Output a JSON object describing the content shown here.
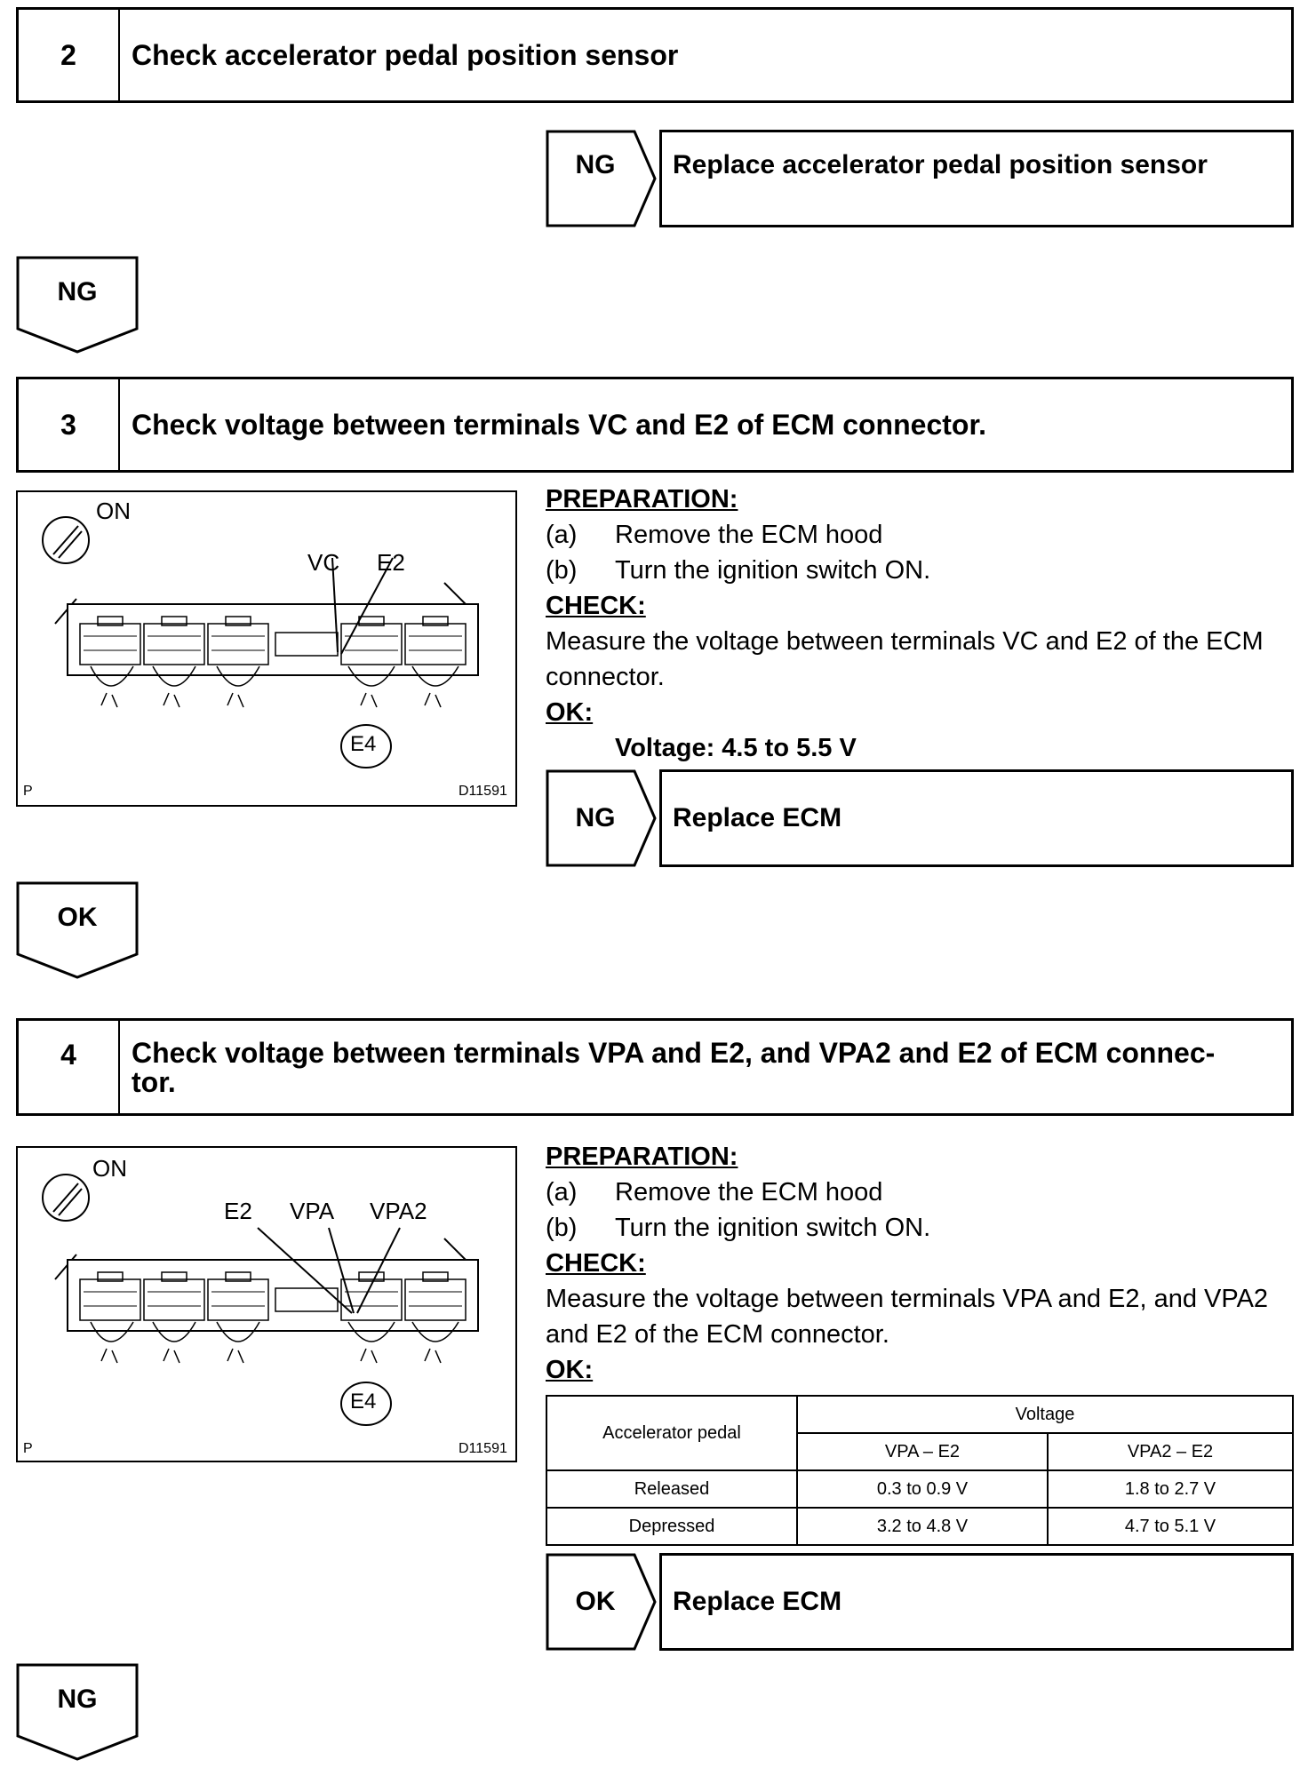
{
  "step2": {
    "number": "2",
    "title": "Check accelerator pedal position sensor",
    "ng_label": "NG",
    "ng_action": "Replace accelerator pedal position sensor",
    "flow_label": "NG"
  },
  "step3": {
    "number": "3",
    "title": "Check voltage between terminals VC and E2 of ECM connector.",
    "diagram": {
      "switch_label": "ON",
      "terminal_1": "VC",
      "terminal_2": "E2",
      "connector": "E4",
      "corner_label": "P",
      "figure_code": "D11591"
    },
    "preparation_heading": "PREPARATION:",
    "prep_a_label": "(a)",
    "prep_a_text": "Remove the ECM hood",
    "prep_b_label": "(b)",
    "prep_b_text": "Turn the ignition switch ON.",
    "check_heading": "CHECK:",
    "check_line1": "Measure the voltage between terminals VC and E2 of the ECM",
    "check_line2": "connector.",
    "ok_heading": "OK:",
    "ok_value": "Voltage: 4.5 to 5.5 V",
    "ng_label": "NG",
    "ng_action": "Replace ECM",
    "flow_label": "OK"
  },
  "step4": {
    "number": "4",
    "title_line1": "Check voltage between terminals VPA and E2, and VPA2 and E2 of ECM connec-",
    "title_line2": "tor.",
    "diagram": {
      "switch_label": "ON",
      "terminal_1": "E2",
      "terminal_2": "VPA",
      "terminal_3": "VPA2",
      "connector": "E4",
      "corner_label": "P",
      "figure_code": "D11591"
    },
    "preparation_heading": "PREPARATION:",
    "prep_a_label": "(a)",
    "prep_a_text": "Remove the ECM hood",
    "prep_b_label": "(b)",
    "prep_b_text": "Turn the ignition switch ON.",
    "check_heading": "CHECK:",
    "check_line1": "Measure the voltage between terminals VPA and E2, and VPA2",
    "check_line2": "and E2 of the ECM connector.",
    "ok_heading": "OK:",
    "table": {
      "col0_header": "Accelerator pedal",
      "voltage_header": "Voltage",
      "col1_header": "VPA – E2",
      "col2_header": "VPA2 – E2",
      "rows": [
        {
          "pedal": "Released",
          "vpa": "0.3 to 0.9 V",
          "vpa2": "1.8 to 2.7 V"
        },
        {
          "pedal": "Depressed",
          "vpa": "3.2 to 4.8 V",
          "vpa2": "4.7 to 5.1 V"
        }
      ]
    },
    "ok_label": "OK",
    "ok_action": "Replace ECM",
    "flow_label": "NG"
  }
}
